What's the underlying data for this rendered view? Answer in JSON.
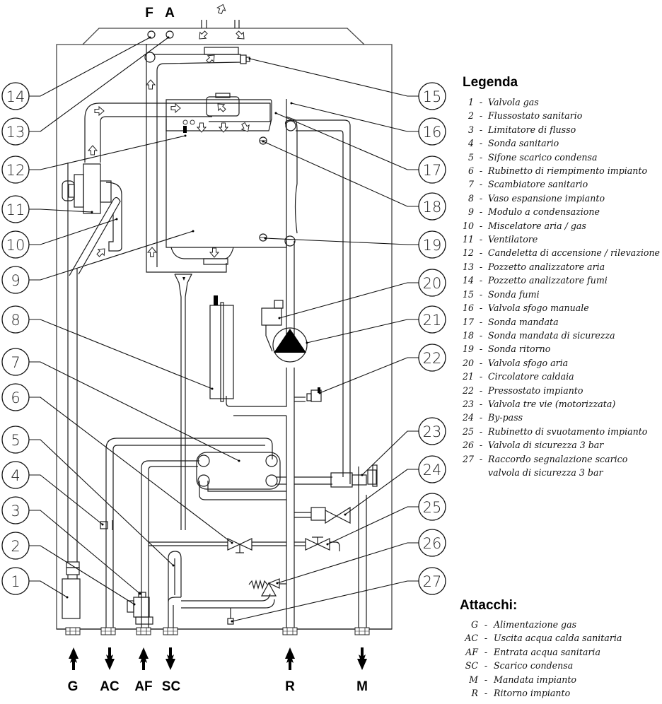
{
  "diagram": {
    "top_labels": {
      "flue": "F",
      "air": "A"
    },
    "callouts": [
      "1",
      "2",
      "3",
      "4",
      "5",
      "6",
      "7",
      "8",
      "9",
      "10",
      "11",
      "12",
      "13",
      "14",
      "15",
      "16",
      "17",
      "18",
      "19",
      "20",
      "21",
      "22",
      "23",
      "24",
      "25",
      "26",
      "27"
    ],
    "ports": [
      {
        "code": "G",
        "flow": "in"
      },
      {
        "code": "AC",
        "flow": "out"
      },
      {
        "code": "AF",
        "flow": "in"
      },
      {
        "code": "SC",
        "flow": "out"
      },
      {
        "code": "R",
        "flow": "in"
      },
      {
        "code": "M",
        "flow": "out"
      }
    ]
  },
  "legend": {
    "title": "Legenda",
    "items": [
      {
        "num": "1",
        "label": "Valvola gas"
      },
      {
        "num": "2",
        "label": "Flussostato sanitario"
      },
      {
        "num": "3",
        "label": "Limitatore di flusso"
      },
      {
        "num": "4",
        "label": "Sonda sanitario"
      },
      {
        "num": "5",
        "label": "Sifone scarico condensa"
      },
      {
        "num": "6",
        "label": "Rubinetto di riempimento impianto"
      },
      {
        "num": "7",
        "label": "Scambiatore sanitario"
      },
      {
        "num": "8",
        "label": "Vaso espansione impianto"
      },
      {
        "num": "9",
        "label": "Modulo a condensazione"
      },
      {
        "num": "10",
        "label": "Miscelatore aria / gas"
      },
      {
        "num": "11",
        "label": "Ventilatore"
      },
      {
        "num": "12",
        "label": "Candeletta di accensione / rilevazione"
      },
      {
        "num": "13",
        "label": "Pozzetto analizzatore aria"
      },
      {
        "num": "14",
        "label": "Pozzetto analizzatore fumi"
      },
      {
        "num": "15",
        "label": "Sonda fumi"
      },
      {
        "num": "16",
        "label": "Valvola sfogo manuale"
      },
      {
        "num": "17",
        "label": "Sonda mandata"
      },
      {
        "num": "18",
        "label": "Sonda mandata di sicurezza"
      },
      {
        "num": "19",
        "label": "Sonda ritorno"
      },
      {
        "num": "20",
        "label": "Valvola sfogo aria"
      },
      {
        "num": "21",
        "label": "Circolatore caldaia"
      },
      {
        "num": "22",
        "label": "Pressostato impianto"
      },
      {
        "num": "23",
        "label": "Valvola tre vie (motorizzata)"
      },
      {
        "num": "24",
        "label": "By-pass"
      },
      {
        "num": "25",
        "label": "Rubinetto di svuotamento impianto"
      },
      {
        "num": "26",
        "label": "Valvola di sicurezza 3 bar"
      },
      {
        "num": "27",
        "label": "Raccordo segnalazione scarico valvola di sicurezza 3 bar"
      }
    ]
  },
  "attachments": {
    "title": "Attacchi:",
    "items": [
      {
        "code": "G",
        "label": "Alimentazione gas"
      },
      {
        "code": "AC",
        "label": "Uscita acqua calda sanitaria"
      },
      {
        "code": "AF",
        "label": "Entrata acqua sanitaria"
      },
      {
        "code": "SC",
        "label": "Scarico condensa"
      },
      {
        "code": "M",
        "label": "Mandata impianto"
      },
      {
        "code": "R",
        "label": "Ritorno impianto"
      }
    ]
  }
}
